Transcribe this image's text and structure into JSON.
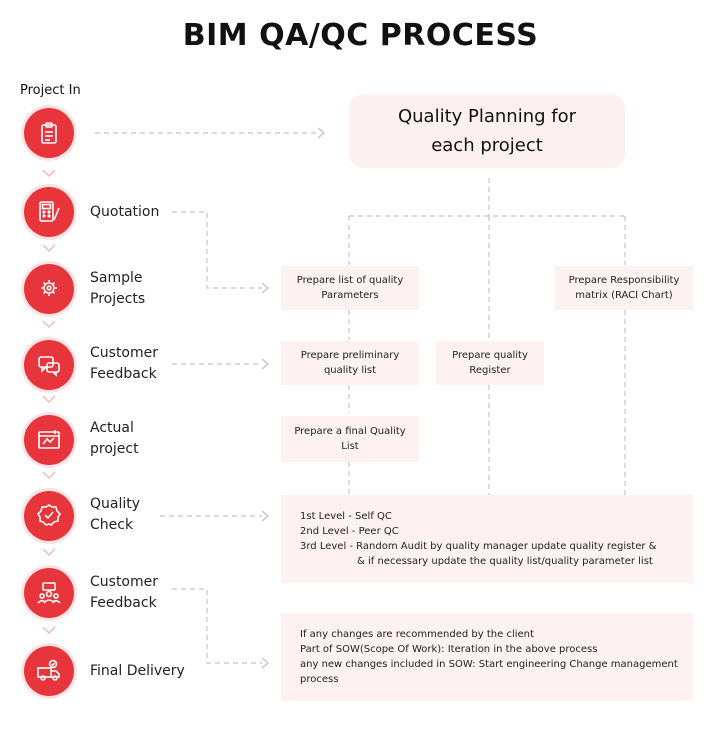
{
  "title": "BIM QA/QC PROCESS",
  "start_label": "Project In",
  "steps": [
    {
      "label": "",
      "icon": "clipboard-icon"
    },
    {
      "label": "Quotation",
      "icon": "calculator-icon"
    },
    {
      "label_lines": [
        "Sample",
        "Projects"
      ],
      "icon": "gear-head-icon"
    },
    {
      "label_lines": [
        "Customer",
        "Feedback"
      ],
      "icon": "chat-icon"
    },
    {
      "label_lines": [
        "Actual",
        "project"
      ],
      "icon": "blueprint-icon"
    },
    {
      "label_lines": [
        "Quality",
        "Check"
      ],
      "icon": "quality-badge-icon"
    },
    {
      "label_lines": [
        "Customer",
        "Feedback"
      ],
      "icon": "team-icon"
    },
    {
      "label": "Final Delivery",
      "icon": "delivery-truck-icon"
    }
  ],
  "quality_planning": {
    "lines": [
      "Quality Planning for",
      "each project"
    ]
  },
  "boxes": {
    "quality_parameters": [
      "Prepare list of quality",
      "Parameters"
    ],
    "responsibility_matrix": [
      "Prepare Responsibility",
      "matrix (RACI Chart)"
    ],
    "preliminary_list": [
      "Prepare preliminary",
      "quality list"
    ],
    "quality_register": [
      "Prepare quality",
      "Register"
    ],
    "final_list": [
      "Prepare a final Quality",
      "List"
    ]
  },
  "qc_levels": [
    "1st Level - Self QC",
    "2nd Level - Peer QC",
    "3rd Level - Random Audit by quality manager update quality register &",
    "& if necessary update the quality list/quality parameter list"
  ],
  "change_notes": [
    "If any changes are recommended by the client",
    "Part of SOW(Scope Of Work): Iteration in the above process",
    "any new changes included in SOW: Start engineering Change management",
    "process"
  ],
  "colors": {
    "accent": "#e8353c",
    "box_fill": "#fdf1f1",
    "connector": "#bdbdbd",
    "chevron": "#f4b8bb"
  }
}
